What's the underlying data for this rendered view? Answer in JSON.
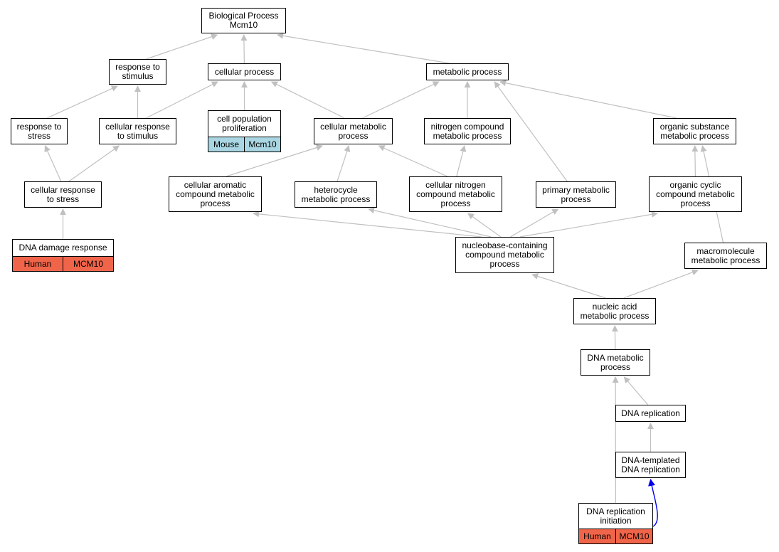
{
  "nodes": {
    "bp": {
      "label": "Biological Process\nMcm10"
    },
    "resp_stim": {
      "label": "response to\nstimulus"
    },
    "cell_proc": {
      "label": "cellular process"
    },
    "metab_proc": {
      "label": "metabolic process"
    },
    "resp_stress": {
      "label": "response to\nstress"
    },
    "cell_resp_stim": {
      "label": "cellular response\nto stimulus"
    },
    "cell_pop": {
      "label": "cell population\nproliferation",
      "tags": [
        {
          "text": "Mouse",
          "color": "#a9d6e2"
        },
        {
          "text": "Mcm10",
          "color": "#a9d6e2"
        }
      ]
    },
    "cell_metab": {
      "label": "cellular metabolic\nprocess"
    },
    "nitro_metab": {
      "label": "nitrogen compound\nmetabolic process"
    },
    "org_sub": {
      "label": "organic substance\nmetabolic process"
    },
    "cell_resp_stress": {
      "label": "cellular response\nto stress"
    },
    "cell_arom": {
      "label": "cellular aromatic\ncompound metabolic\nprocess"
    },
    "hetero": {
      "label": "heterocycle\nmetabolic process"
    },
    "cell_nitro": {
      "label": "cellular nitrogen\ncompound metabolic\nprocess"
    },
    "primary": {
      "label": "primary metabolic\nprocess"
    },
    "org_cyclic": {
      "label": "organic cyclic\ncompound metabolic\nprocess"
    },
    "dna_damage": {
      "label": "DNA damage response",
      "tags": [
        {
          "text": "Human",
          "color": "#f0654a"
        },
        {
          "text": "MCM10",
          "color": "#f0654a"
        }
      ]
    },
    "nucleobase": {
      "label": "nucleobase-containing\ncompound metabolic\nprocess"
    },
    "macro": {
      "label": "macromolecule\nmetabolic process"
    },
    "nucleic": {
      "label": "nucleic acid\nmetabolic process"
    },
    "dna_metab": {
      "label": "DNA metabolic\nprocess"
    },
    "dna_rep": {
      "label": "DNA replication"
    },
    "dna_templ": {
      "label": "DNA-templated\nDNA replication"
    },
    "dna_init": {
      "label": "DNA replication\ninitiation",
      "tags": [
        {
          "text": "Human",
          "color": "#f0654a"
        },
        {
          "text": "MCM10",
          "color": "#f0654a"
        }
      ]
    }
  },
  "edges": [
    {
      "from": "resp_stim",
      "to": "bp"
    },
    {
      "from": "cell_proc",
      "to": "bp"
    },
    {
      "from": "metab_proc",
      "to": "bp"
    },
    {
      "from": "resp_stress",
      "to": "resp_stim"
    },
    {
      "from": "cell_resp_stim",
      "to": "resp_stim"
    },
    {
      "from": "cell_resp_stim",
      "to": "cell_proc"
    },
    {
      "from": "cell_pop",
      "to": "cell_proc"
    },
    {
      "from": "cell_metab",
      "to": "cell_proc"
    },
    {
      "from": "cell_metab",
      "to": "metab_proc"
    },
    {
      "from": "nitro_metab",
      "to": "metab_proc"
    },
    {
      "from": "primary",
      "to": "metab_proc"
    },
    {
      "from": "org_sub",
      "to": "metab_proc"
    },
    {
      "from": "cell_resp_stress",
      "to": "resp_stress"
    },
    {
      "from": "cell_resp_stress",
      "to": "cell_resp_stim"
    },
    {
      "from": "cell_arom",
      "to": "cell_metab"
    },
    {
      "from": "hetero",
      "to": "cell_metab"
    },
    {
      "from": "cell_nitro",
      "to": "cell_metab"
    },
    {
      "from": "cell_nitro",
      "to": "nitro_metab"
    },
    {
      "from": "org_cyclic",
      "to": "org_sub"
    },
    {
      "from": "macro",
      "to": "org_sub"
    },
    {
      "from": "dna_damage",
      "to": "cell_resp_stress"
    },
    {
      "from": "nucleobase",
      "to": "cell_arom"
    },
    {
      "from": "nucleobase",
      "to": "hetero"
    },
    {
      "from": "nucleobase",
      "to": "cell_nitro"
    },
    {
      "from": "nucleobase",
      "to": "primary"
    },
    {
      "from": "nucleobase",
      "to": "org_cyclic"
    },
    {
      "from": "nucleic",
      "to": "nucleobase"
    },
    {
      "from": "nucleic",
      "to": "macro"
    },
    {
      "from": "dna_metab",
      "to": "nucleic"
    },
    {
      "from": "dna_rep",
      "to": "dna_metab"
    },
    {
      "from": "dna_templ",
      "to": "dna_rep"
    },
    {
      "from": "dna_init",
      "to": "dna_metab"
    },
    {
      "from": "dna_init",
      "to": "dna_templ",
      "highlight": true
    }
  ],
  "colors": {
    "edge": "#c0c0c0",
    "highlight_edge": "#0000ee",
    "human": "#f0654a",
    "mouse": "#a9d6e2"
  }
}
